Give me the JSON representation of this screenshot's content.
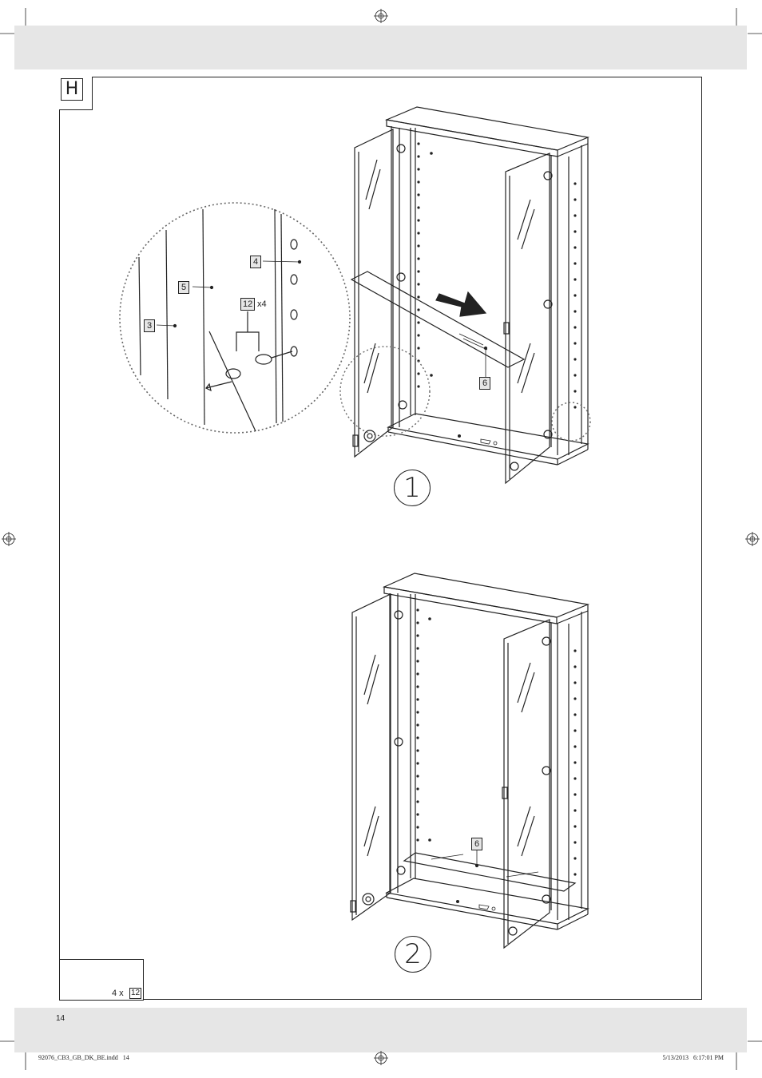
{
  "step": {
    "letter": "H"
  },
  "sub_steps": [
    {
      "number": "1"
    },
    {
      "number": "2"
    }
  ],
  "detail_callouts": {
    "part_3": "3",
    "part_4": "4",
    "part_5": "5",
    "part_12": "12",
    "part_12_qty": "x4"
  },
  "figure_1_callouts": {
    "part_6": "6"
  },
  "figure_2_callouts": {
    "part_6": "6"
  },
  "parts_needed": {
    "qty_label": "4 x",
    "part": "12"
  },
  "footer": {
    "page_number": "14",
    "file_name": "92076_CB3_GB_DK_BE.indd   14",
    "timestamp": "5/13/2013   6:17:01 PM"
  }
}
